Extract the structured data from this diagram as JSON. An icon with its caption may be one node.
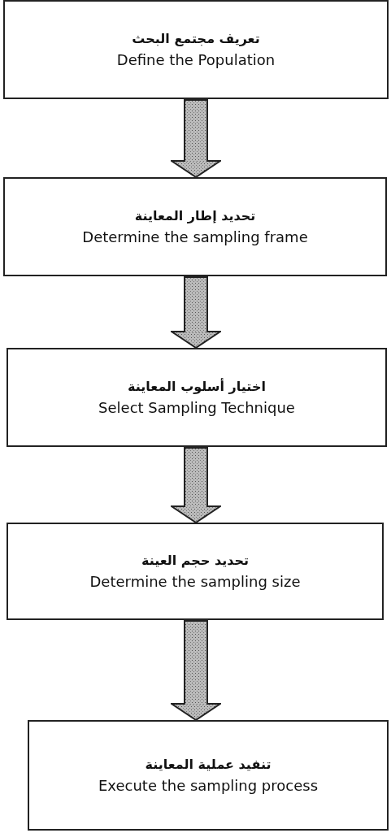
{
  "diagram": {
    "nodes": [
      {
        "text": [
          "تعريف مجتمع البحث",
          "Define the Population"
        ]
      },
      {
        "text": [
          "تحديد إطار المعاينة",
          "Determine the sampling frame"
        ]
      },
      {
        "text": [
          "اختيار أسلوب المعاينة",
          "Select Sampling Technique"
        ]
      },
      {
        "text": [
          "تحديد حجم العينة",
          "Determine the sampling size"
        ]
      },
      {
        "text": [
          "تنفيد عملية المعاينة",
          "Execute the sampling process"
        ]
      }
    ],
    "edges": [
      {
        "from": 0,
        "to": 1,
        "arrow": "to"
      },
      {
        "from": 1,
        "to": 2,
        "arrow": "to"
      },
      {
        "from": 2,
        "to": 3,
        "arrow": "to"
      },
      {
        "from": 3,
        "to": 4,
        "arrow": "to"
      }
    ]
  }
}
